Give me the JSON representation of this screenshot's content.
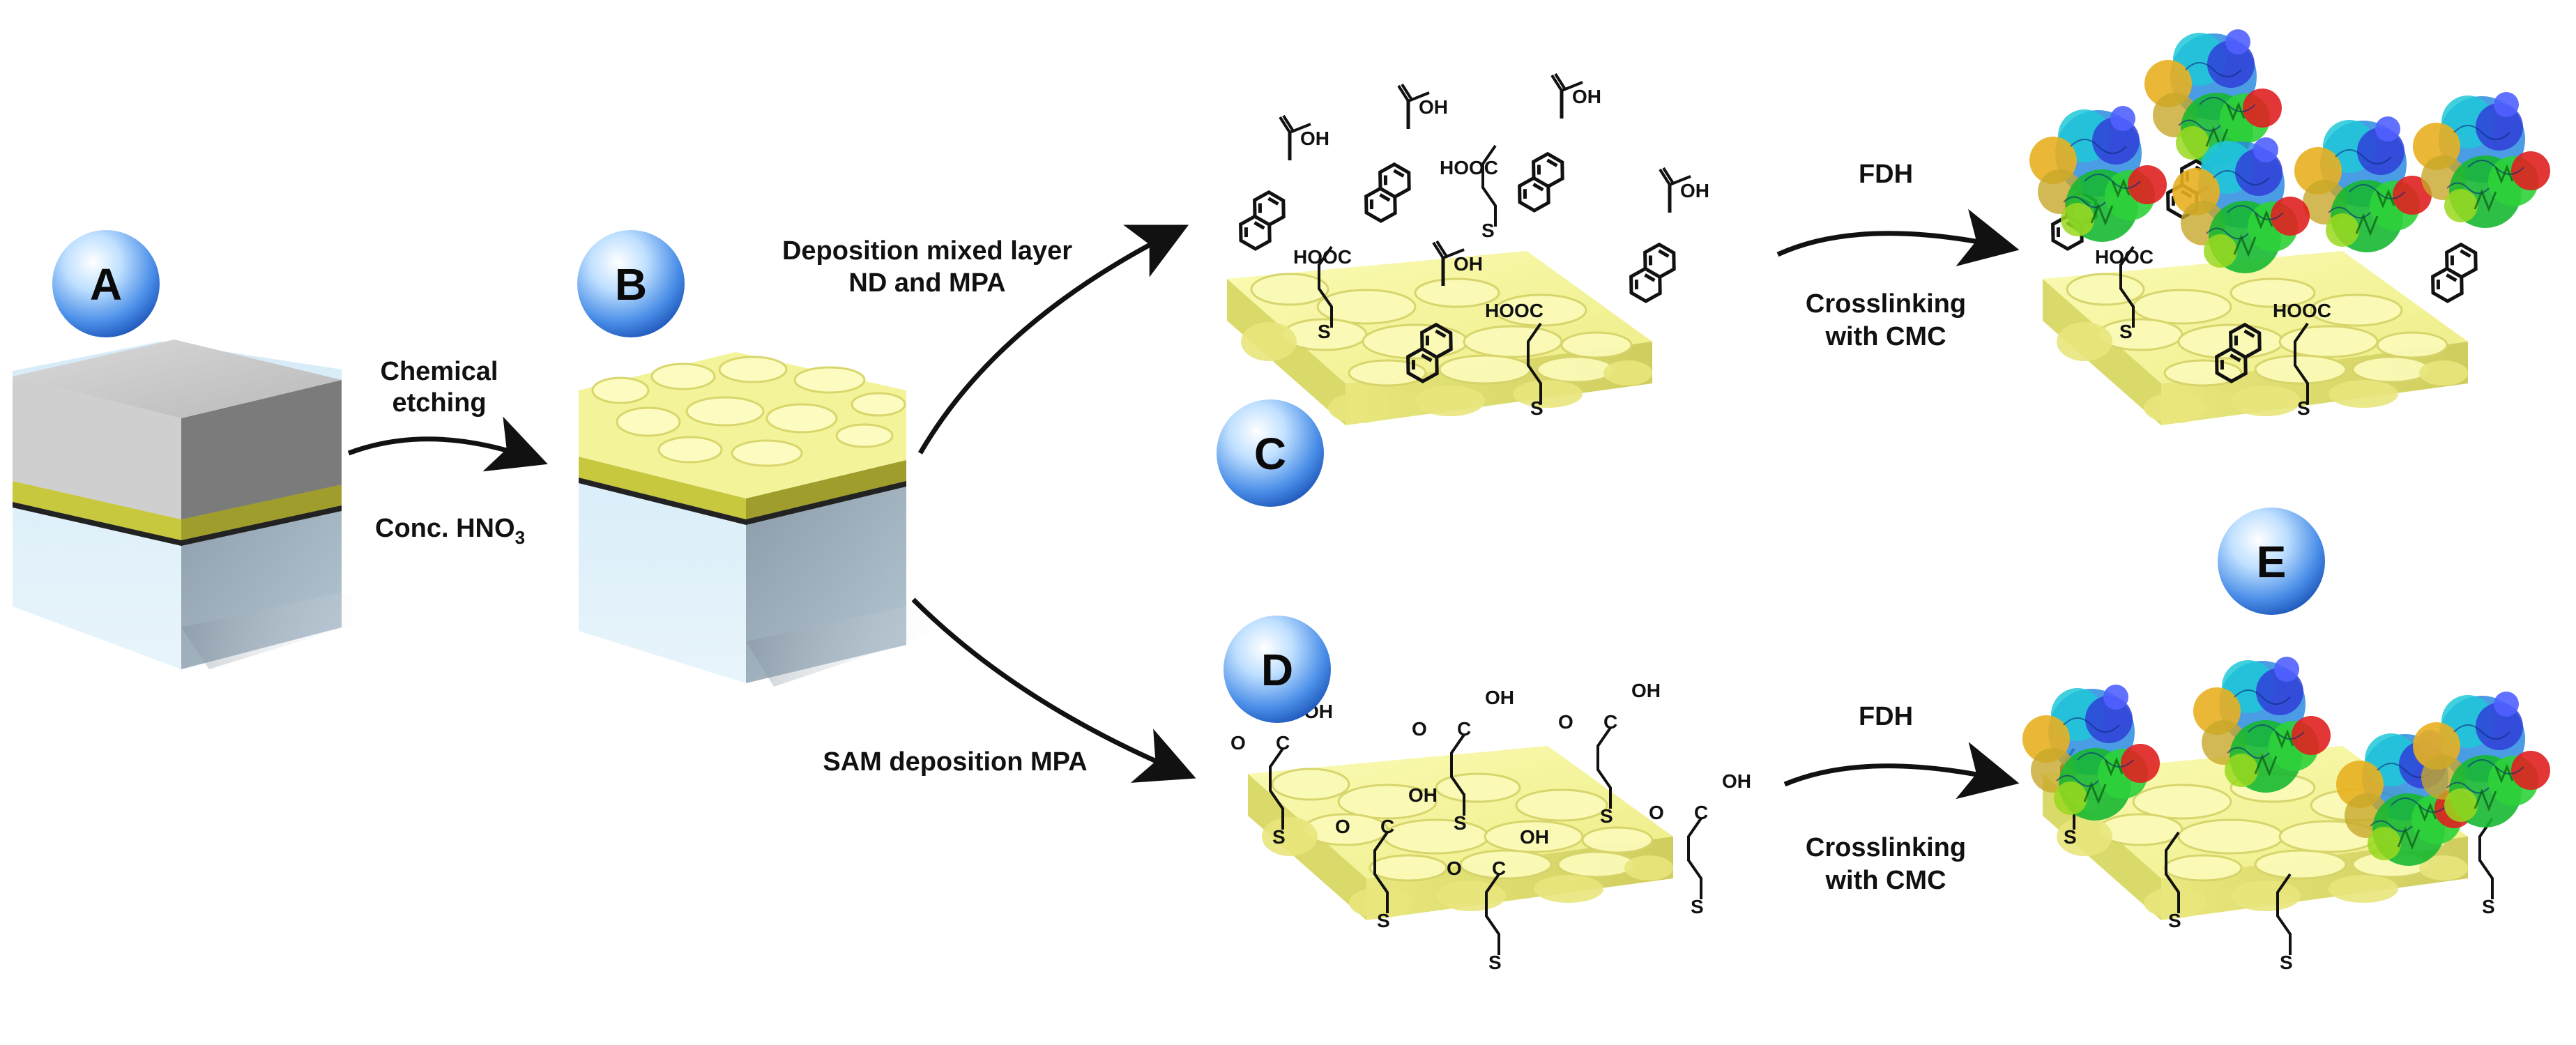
{
  "panels": {
    "a": "A",
    "b": "B",
    "c": "C",
    "d": "D",
    "e": "E"
  },
  "steps": {
    "etching_line1": "Chemical",
    "etching_line2": "etching",
    "etching_reagent": "Conc. HNO",
    "etching_reagent_sub": "3",
    "mixed_line1": "Deposition mixed layer",
    "mixed_line2": "ND and MPA",
    "sam": "SAM deposition MPA",
    "fdh_top": "FDH",
    "crosslink_top_line1": "Crosslinking",
    "crosslink_top_line2": "with CMC",
    "fdh_bottom": "FDH",
    "crosslink_bottom_line1": "Crosslinking",
    "crosslink_bottom_line2": "with CMC"
  },
  "chem_labels": {
    "oh": "OH",
    "hooc": "HOOC",
    "o": "O",
    "c": "C",
    "s": "S"
  },
  "colors": {
    "gold": "#f2f28c",
    "gold_dark": "#c9c85a",
    "silicon_gray": "#9a9a9a",
    "substrate_blue": "#d7ecf7",
    "badge_blue": "#2f74d9"
  }
}
